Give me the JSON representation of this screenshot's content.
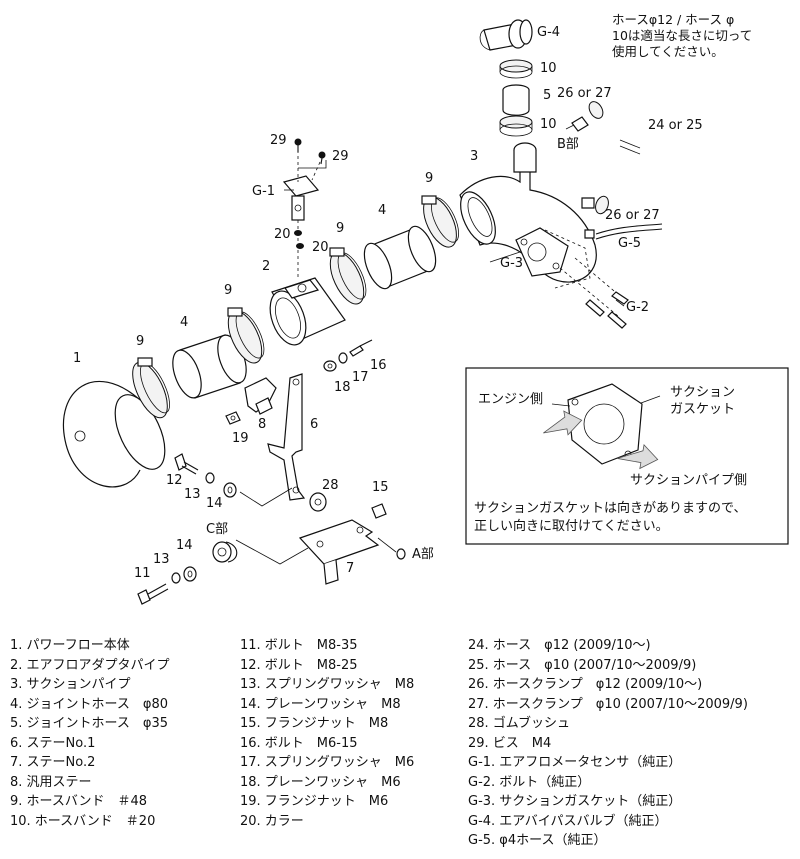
{
  "note": "ホースφ12 / ホース φ\n10は適当な長さに切って\n使用してください。",
  "labels": {
    "p1": "1",
    "p2": "2",
    "p3": "3",
    "p4a": "4",
    "p4b": "4",
    "p5": "5",
    "p6": "6",
    "p7": "7",
    "p8": "8",
    "p9a": "9",
    "p9b": "9",
    "p9c": "9",
    "p9d": "9",
    "p10a": "10",
    "p10b": "10",
    "p11": "11",
    "p12": "12",
    "p13a": "13",
    "p13b": "13",
    "p14a": "14",
    "p14b": "14",
    "p15": "15",
    "p16": "16",
    "p17": "17",
    "p18": "18",
    "p19": "19",
    "p20a": "20",
    "p20b": "20",
    "p24": "24 or 25",
    "p26a": "26 or 27",
    "p26b": "26 or 27",
    "p28": "28",
    "p29a": "29",
    "p29b": "29",
    "g1": "G-1",
    "g2": "G-2",
    "g3": "G-3",
    "g4": "G-4",
    "g5": "G-5",
    "a": "A部",
    "b": "B部",
    "c": "C部"
  },
  "gasket_box": {
    "engine": "エンジン側",
    "gasket_l1": "サクション",
    "gasket_l2": "ガスケット",
    "pipe_side": "サクションパイプ側",
    "caption_l1": "サクションガスケットは向きがありますので、",
    "caption_l2": "正しい向きに取付けてください。"
  },
  "legend": {
    "col1": [
      "1. パワーフロー本体",
      "2. エアフロアダプタパイプ",
      "3. サクションパイプ",
      "4. ジョイントホース　φ80",
      "5. ジョイントホース　φ35",
      "6. ステーNo.1",
      "7. ステーNo.2",
      "8. 汎用ステー",
      "9. ホースバンド　＃48",
      "10. ホースバンド　＃20"
    ],
    "col2": [
      "11. ボルト　M8-35",
      "12. ボルト　M8-25",
      "13. スプリングワッシャ　M8",
      "14. プレーンワッシャ　M8",
      "15. フランジナット　M8",
      "16. ボルト　M6-15",
      "17. スプリングワッシャ　M6",
      "18. プレーンワッシャ　M6",
      "19. フランジナット　M6",
      "20. カラー"
    ],
    "col3": [
      "24. ホース　φ12 (2009/10～)",
      "25. ホース　φ10 (2007/10～2009/9)",
      "26. ホースクランプ　φ12 (2009/10～)",
      "27. ホースクランプ　φ10 (2007/10～2009/9)",
      "28. ゴムブッシュ",
      "29. ビス　M4",
      "G-1. エアフロメータセンサ（純正）",
      "G-2. ボルト（純正）",
      "G-3. サクションガスケット（純正）",
      "G-4. エアバイパスバルブ（純正）",
      "G-5. φ4ホース（純正）"
    ]
  }
}
